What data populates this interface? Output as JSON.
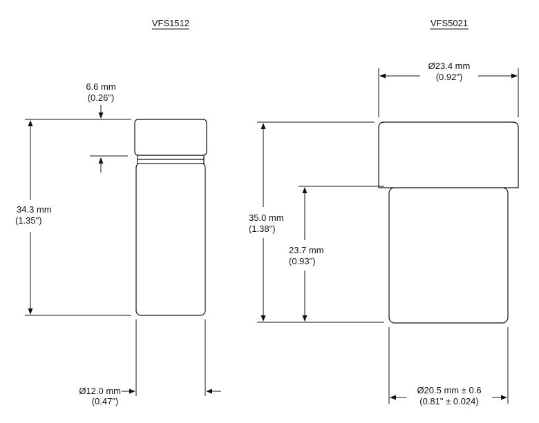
{
  "left_vial": {
    "title": "VFS1512",
    "cap_height": {
      "mm": "6.6 mm",
      "in": "(0.26\")"
    },
    "total_height": {
      "mm": "34.3 mm",
      "in": "(1.35\")"
    },
    "diameter": {
      "mm": "Ø12.0 mm",
      "in": "(0.47\")"
    }
  },
  "right_vial": {
    "title": "VFS5021",
    "cap_diameter": {
      "mm": "Ø23.4 mm",
      "in": "(0.92\")"
    },
    "total_height": {
      "mm": "35.0 mm",
      "in": "(1.38\")"
    },
    "body_height": {
      "mm": "23.7 mm",
      "in": "(0.93\")"
    },
    "body_diameter": {
      "mm": "Ø20.5 mm ± 0.6",
      "in": "(0.81\" ± 0.024)"
    }
  }
}
